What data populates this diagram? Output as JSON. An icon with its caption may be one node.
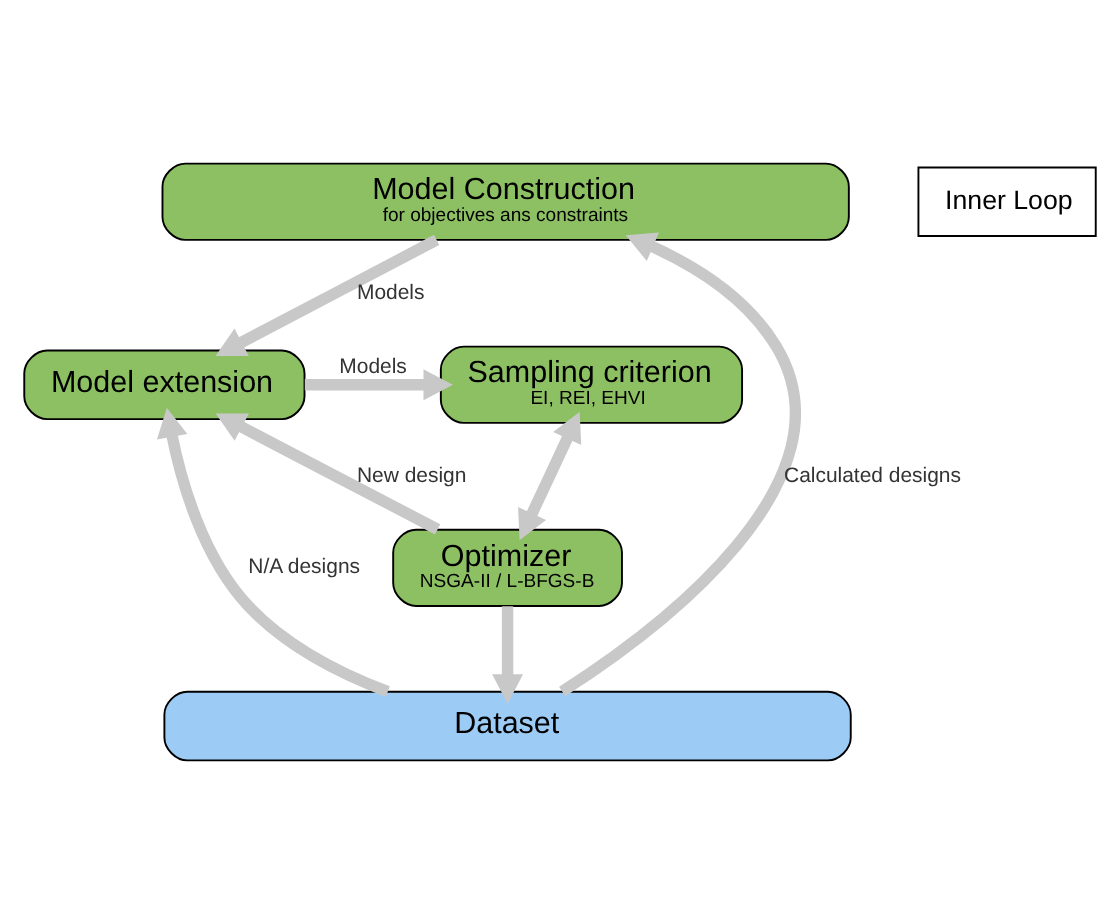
{
  "diagram": {
    "nodes": [
      {
        "text": [
          "Model Construction",
          "for objectives ans constraints"
        ]
      },
      {
        "text": [
          "Model extension"
        ]
      },
      {
        "text": [
          "Sampling criterion",
          "EI, REI, EHVI"
        ]
      },
      {
        "text": [
          "Inner Loop"
        ]
      },
      {
        "text": [
          "Optimizer",
          "NSGA-II / L-BFGS-B"
        ]
      },
      {
        "text": [
          "Dataset"
        ]
      }
    ],
    "edges": [
      {
        "from": 5,
        "to": 0,
        "arrow": "to",
        "label": "Calculated designs"
      },
      {
        "from": 0,
        "to": 1,
        "arrow": "to",
        "label": "Models"
      },
      {
        "from": 5,
        "to": 1,
        "arrow": "to",
        "label": "N/A designs"
      },
      {
        "from": 1,
        "to": 2,
        "arrow": "to",
        "label": "Models"
      },
      {
        "from": 2,
        "to": 4,
        "arrow": "both"
      },
      {
        "from": 4,
        "to": 1,
        "arrow": "to",
        "label": "New design"
      },
      {
        "from": 4,
        "to": 5,
        "arrow": "to"
      }
    ]
  }
}
